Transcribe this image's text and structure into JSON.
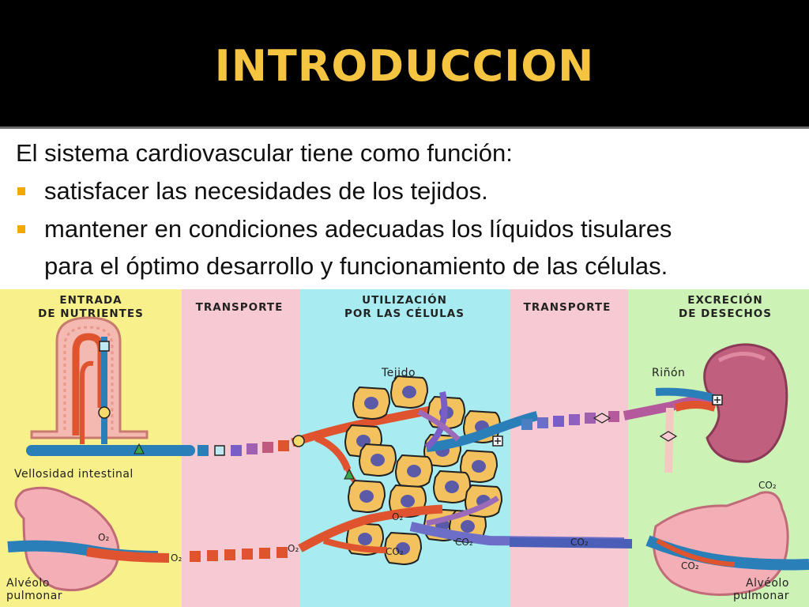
{
  "slide": {
    "title": "INTRODUCCION",
    "intro": "El sistema cardiovascular tiene como función:",
    "bullets": [
      "satisfacer las necesidades de los tejidos.",
      "mantener en condiciones adecuadas los líquidos tisulares",
      "para el óptimo desarrollo y funcionamiento de las células."
    ],
    "colors": {
      "title": "#f5c542",
      "bullet": "#f2a900",
      "header_bg": "#000000"
    }
  },
  "diagram": {
    "zones": [
      {
        "line1": "ENTRADA",
        "line2": "DE NUTRIENTES",
        "color": "#f8f08a"
      },
      {
        "line1": "TRANSPORTE",
        "line2": "",
        "color": "#f7c9d3"
      },
      {
        "line1": "UTILIZACIÓN",
        "line2": "POR LAS CÉLULAS",
        "color": "#a8ecf2"
      },
      {
        "line1": "TRANSPORTE",
        "line2": "",
        "color": "#f7c9d3"
      },
      {
        "line1": "EXCRECIÓN",
        "line2": "DE DESECHOS",
        "color": "#cdf2b6"
      }
    ],
    "labels": {
      "tissue": "Tejido",
      "kidney": "Riñón",
      "villus": "Vellosidad intestinal",
      "alveolus_left_1": "Alvéolo",
      "alveolus_left_2": "pulmonar",
      "alveolus_right_1": "Alvéolo",
      "alveolus_right_2": "pulmonar"
    },
    "gases": {
      "o2_alveolus": "O₂",
      "o2_transport": "O₂",
      "o2_entry": "O₂",
      "o2_tissue": "O₂",
      "co2_tissue": "CO₂",
      "co2_tissue_vessel": "CO₂",
      "co2_transport": "CO₂",
      "co2_alveolus": "CO₂",
      "co2_air": "CO₂"
    },
    "colors": {
      "artery": "#e0532f",
      "vein": "#2a7fb8",
      "cell": "#f3c25e",
      "nucleus": "#5b5aa8"
    }
  }
}
